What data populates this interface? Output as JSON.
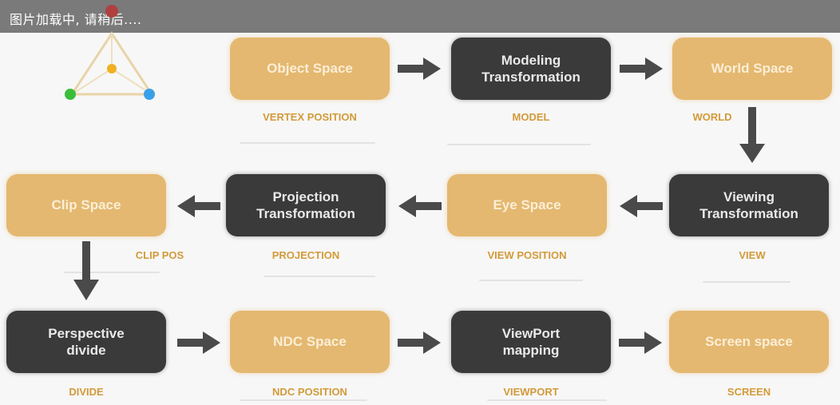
{
  "banner": {
    "text": "图片加载中, 请稍后...."
  },
  "colors": {
    "space": "#e4b870",
    "transform": "#3a3a3a",
    "caption": "#d39a3a",
    "arrow": "#4a4a4a"
  },
  "nodes": [
    {
      "label": "Object Space",
      "kind": "space",
      "caption": "VERTEX POSITION"
    },
    {
      "label": "Modeling\nTransformation",
      "kind": "transform",
      "caption": "MODEL"
    },
    {
      "label": "World Space",
      "kind": "space",
      "caption": "WORLD"
    },
    {
      "label": "Viewing\nTransformation",
      "kind": "transform",
      "caption": "VIEW"
    },
    {
      "label": "Eye Space",
      "kind": "space",
      "caption": "VIEW POSITION"
    },
    {
      "label": "Projection\nTransformation",
      "kind": "transform",
      "caption": "PROJECTION"
    },
    {
      "label": "Clip Space",
      "kind": "space",
      "caption": "CLIP POS"
    },
    {
      "label": "Perspective\ndivide",
      "kind": "transform",
      "caption": "DIVIDE"
    },
    {
      "label": "NDC Space",
      "kind": "space",
      "caption": "NDC POSITION"
    },
    {
      "label": "ViewPort\nmapping",
      "kind": "transform",
      "caption": "VIEWPORT"
    },
    {
      "label": "Screen space",
      "kind": "space",
      "caption": "SCREEN"
    }
  ]
}
